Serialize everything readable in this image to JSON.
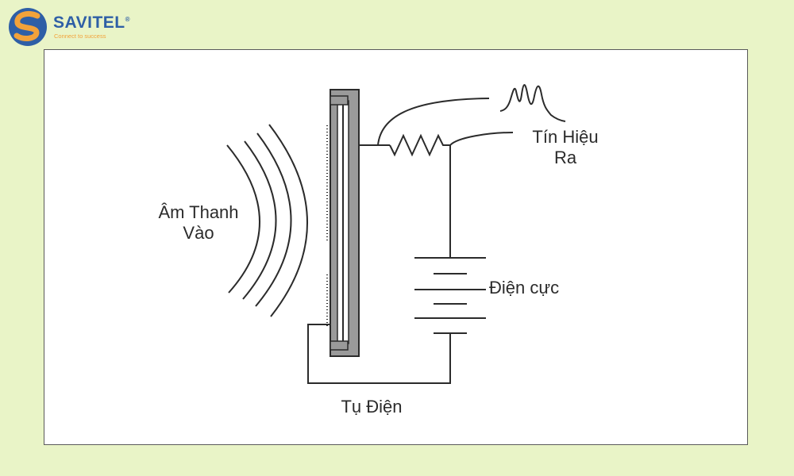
{
  "colors": {
    "background": "#e9f4c7",
    "line": "#2b2b2b",
    "plate": "#9a9a9a",
    "logo_blue": "#2e5fa6",
    "logo_orange": "#f2a23a"
  },
  "logo": {
    "name": "SAVITEL",
    "mark": "®",
    "tagline": "Connect to success",
    "icon": "savitel-s-logo-icon"
  },
  "labels": {
    "sound_in_line1": "Âm Thanh",
    "sound_in_line2": "Vào",
    "signal_out_line1": "Tín Hiệu",
    "signal_out_line2": "Ra",
    "electrode": "Điện cực",
    "capacitor": "Tụ Điện"
  }
}
